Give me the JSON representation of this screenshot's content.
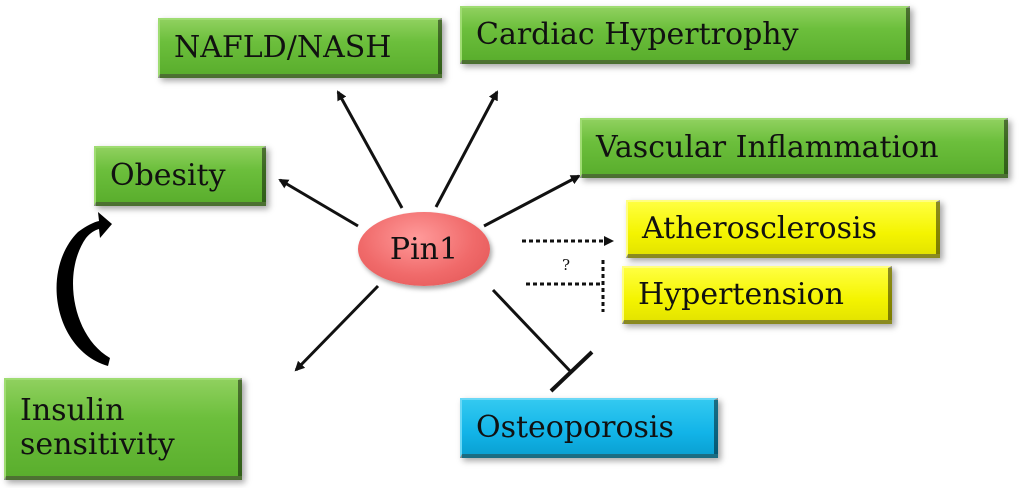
{
  "center": {
    "label": "Pin1"
  },
  "boxes": {
    "nafld": "NAFLD/NASH",
    "cardiac": "Cardiac Hypertrophy",
    "vascular": "Vascular Inflammation",
    "obesity": "Obesity",
    "atherosclerosis": "Atherosclerosis",
    "hypertension": "Hypertension",
    "insulin_line1": "Insulin",
    "insulin_line2": "sensitivity",
    "osteoporosis": "Osteoporosis"
  },
  "annotations": {
    "question": "?"
  },
  "colors": {
    "green": "#6cbf3c",
    "yellow": "#f4f400",
    "blue": "#12b4e8",
    "pin1": "#f06a6a"
  }
}
